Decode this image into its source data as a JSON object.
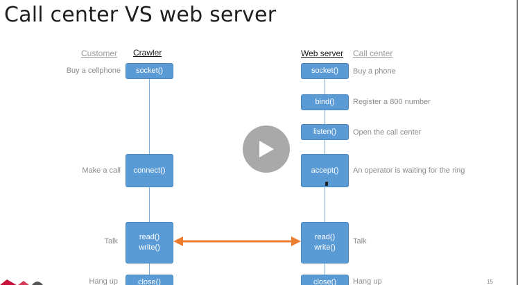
{
  "title": "Call center VS web server",
  "headers": {
    "customer": "Customer",
    "crawler": "Crawler",
    "web_server": "Web server",
    "call_center": "Call center"
  },
  "left_notes": {
    "buy": "Buy a cellphone",
    "call": "Make a call",
    "talk": "Talk",
    "hangup": "Hang up"
  },
  "crawler_boxes": {
    "socket": "socket()",
    "connect": "connect()",
    "read": "read()",
    "write": "write()",
    "close": "close()"
  },
  "server_boxes": {
    "socket": "socket()",
    "bind": "bind()",
    "listen": "listen()",
    "accept": "accept()",
    "read": "read()",
    "write": "write()",
    "close": "close()"
  },
  "right_notes": {
    "buy": "Buy a phone",
    "register": "Register a 800 number",
    "open": "Open the call center",
    "operator": "An operator is waiting for the ring",
    "talk": "Talk",
    "hangup": "Hang up"
  },
  "page_number": "15",
  "colors": {
    "box": "#5b9bd5",
    "arrow": "#ed7d31",
    "muted_text": "#8c8c8c"
  },
  "icons": {
    "play": "play-icon"
  }
}
